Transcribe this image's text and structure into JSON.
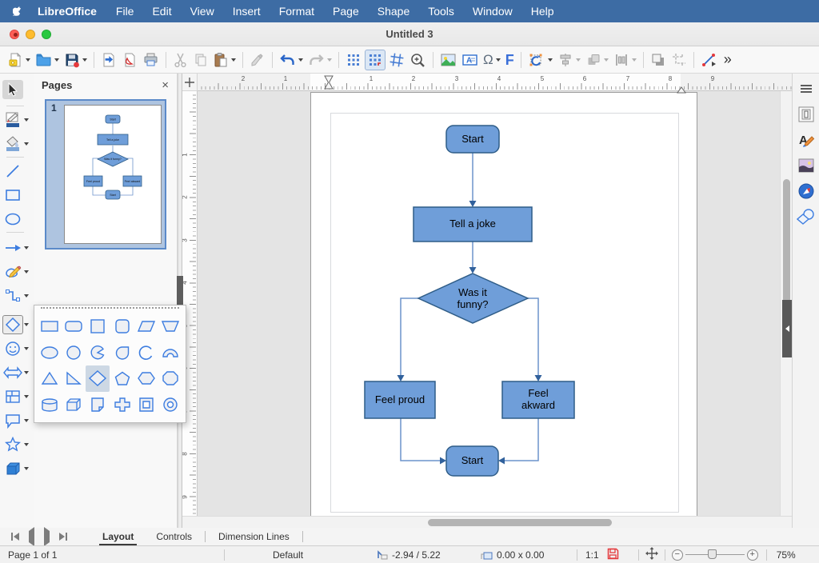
{
  "menubar": {
    "app": "LibreOffice",
    "items": [
      "File",
      "Edit",
      "View",
      "Insert",
      "Format",
      "Page",
      "Shape",
      "Tools",
      "Window",
      "Help"
    ]
  },
  "titlebar": {
    "title": "Untitled 3"
  },
  "toolbar": {
    "omega": "Ω",
    "fontwork": "F",
    "overflow": "»"
  },
  "pages_panel": {
    "title": "Pages",
    "close": "×",
    "page_number": "1"
  },
  "flowchart": {
    "start_top": "Start",
    "tell_joke": "Tell a joke",
    "decision": "Was it funny?",
    "feel_proud": "Feel proud",
    "feel_awkward": "Feel akward",
    "start_bottom": "Start",
    "fill_color": "#6f9ed9",
    "stroke_color": "#2f5d88",
    "connector_color": "#6c93cb"
  },
  "rulers": {
    "h": [
      "2",
      "1",
      "1",
      "2",
      "3",
      "4",
      "5",
      "6",
      "7",
      "8",
      "9"
    ],
    "v": [
      "1",
      "2",
      "3",
      "4",
      "5",
      "6",
      "7",
      "8",
      "9"
    ]
  },
  "tabs": {
    "items": [
      "Layout",
      "Controls",
      "Dimension Lines"
    ]
  },
  "statusbar": {
    "page": "Page 1 of 1",
    "style": "Default",
    "position": "-2.94 / 5.22",
    "size": "0.00 x 0.00",
    "scale": "1:1",
    "zoom_out": "−",
    "zoom_in": "+",
    "zoom": "75%"
  }
}
